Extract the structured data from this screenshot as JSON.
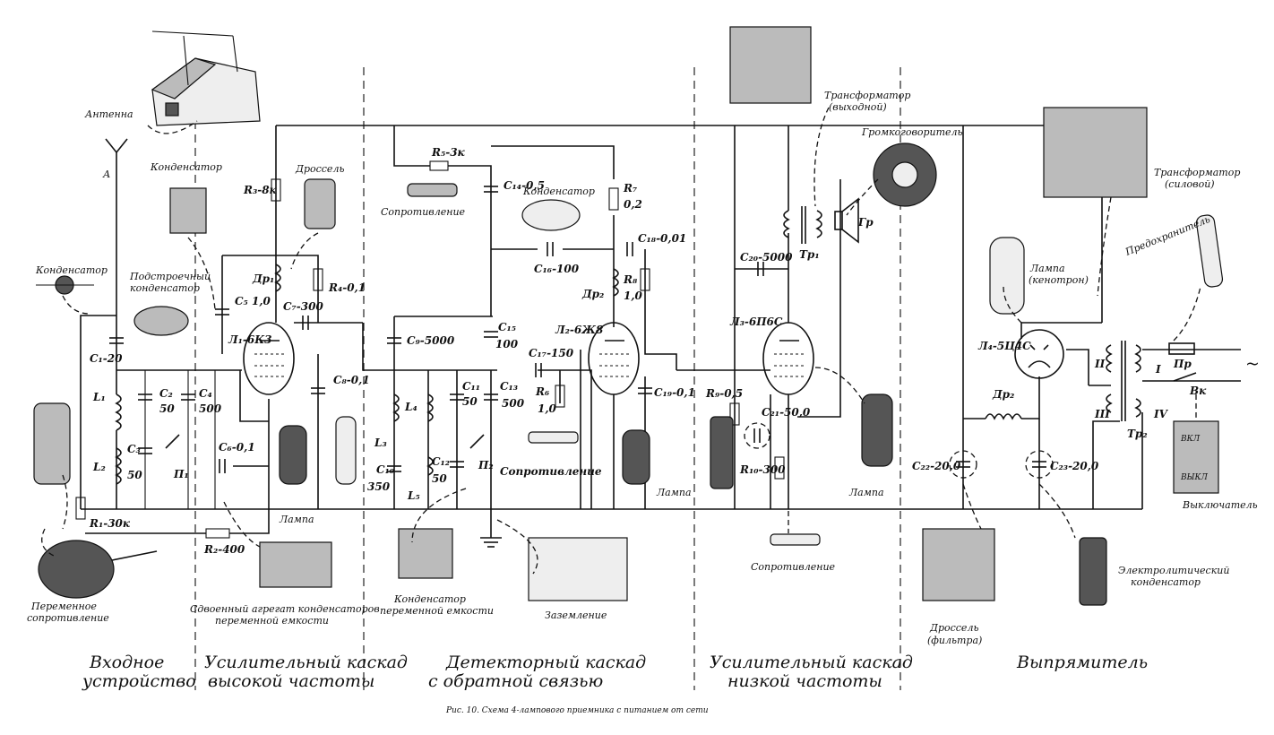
{
  "caption": "Рис. 10. Схема 4-лампового приемника с питанием от сети",
  "sections": {
    "input": [
      "Входное",
      "устройство"
    ],
    "rf_amp": [
      "Усилительный каскад",
      "высокой частоты"
    ],
    "detector": [
      "Детекторный каскад",
      "с обратной связью"
    ],
    "af_amp": [
      "Усилительный каскад",
      "низкой частоты"
    ],
    "rectifier": "Выпрямитель"
  },
  "parts": {
    "antenna": "Антенна",
    "antenna_a": "А",
    "capacitor_1": "Конденсатор",
    "capacitor_2": "Конденсатор",
    "capacitor_3": "Конденсатор",
    "trimmer": [
      "Подстроечный",
      "конденсатор"
    ],
    "choke": "Дроссель",
    "resistor_1": "Сопротивление",
    "resistor_2": "Сопротивление",
    "resistor_3": "Сопротивление",
    "var_resistor": [
      "Переменное",
      "сопротивление"
    ],
    "dual_cap": [
      "Сдвоенный агрегат конденсаторов",
      "переменной емкости"
    ],
    "var_cap": [
      "Конденсатор",
      "переменной емкости"
    ],
    "ground": "Заземление",
    "lamp_1": "Лампа",
    "lamp_2": "Лампа",
    "lamp_3": "Лампа",
    "kenotron": [
      "Лампа",
      "(кенотрон)"
    ],
    "out_transformer": [
      "Трансформатор",
      "(выходной)"
    ],
    "speaker": "Громкоговоритель",
    "power_transformer": [
      "Трансформатор",
      "(силовой)"
    ],
    "fuse": "Предохранитель",
    "switch": "Выключатель",
    "filter_choke": [
      "Дроссель",
      "(фильтра)"
    ],
    "electrolytic": [
      "Электролитический",
      "конденсатор"
    ]
  },
  "components": {
    "C1": "C₁-20",
    "C2": "C₂",
    "C2v": "50",
    "C3": "C₃",
    "C3v": "50",
    "C4": "C₄",
    "C4v": "500",
    "L1": "L₁",
    "L2": "L₂",
    "P1": "П₁",
    "R1": "R₁-30к",
    "R2": "R₂-400",
    "R3": "R₃-8к",
    "R4": "R₄-0,1",
    "C5": "C₅ 1,0",
    "C6": "C₆-0,1",
    "C7": "C₇-300",
    "C8": "C₈-0,1",
    "Dr1": "Др₁",
    "V1": "Л₁-6К3",
    "R5": "R₅-3к",
    "C14": "C₁₄-0,5",
    "R7": "R₇",
    "R7v": "0,2",
    "C16": "C₁₆-100",
    "C18": "C₁₈-0,01",
    "R8": "R₈",
    "R8v": "1,0",
    "Dr2": "Др₂",
    "C15": "C₁₅",
    "C15v": "100",
    "V2": "Л₂-6Ж8",
    "C9": "C₉-5000",
    "C17": "C₁₇-150",
    "R6": "R₆",
    "R6v": "1,0",
    "C11": "C₁₁",
    "C11v": "50",
    "C13": "C₁₃",
    "C13v": "500",
    "C19": "C₁₉-0,1",
    "L3": "L₃",
    "L4": "L₄",
    "L5": "L₅",
    "C10": "C₁₀",
    "C10v": "350",
    "C12": "C₁₂",
    "C12v": "50",
    "P2": "П₂",
    "C20": "C₂₀-5000",
    "Tr1": "Тр₁",
    "Gr": "Гр",
    "V3": "Л₃-6П6С",
    "R9": "R₉-0,5",
    "C21": "C₂₁-50,0",
    "R10": "R₁₀-300",
    "V4": "Л₄-5Ц4С",
    "Dr2r": "Др₂",
    "C22": "C₂₂-20,0",
    "C23": "C₂₃-20,0",
    "Tr2": "Тр₂",
    "II": "II",
    "I": "I",
    "III": "III",
    "IV": "IV",
    "Pr": "Пр",
    "Vk": "Вк",
    "ac": "~",
    "vkl": "ВКЛ",
    "vykl": "ВЫКЛ"
  }
}
